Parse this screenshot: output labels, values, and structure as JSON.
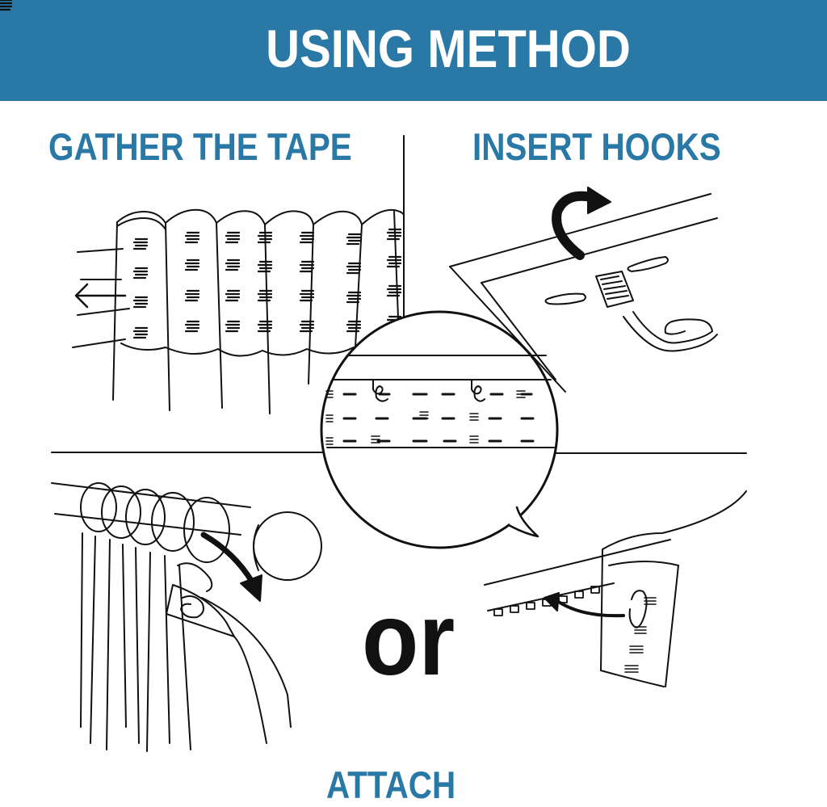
{
  "header": {
    "title": "USING METHOD"
  },
  "steps": {
    "gather": "GATHER THE TAPE",
    "insert": "INSERT HOOKS",
    "attach": "ATTACH"
  },
  "separator": "or",
  "colors": {
    "banner": "#2a78a6",
    "heading": "#2a78a6",
    "ink": "#111111"
  }
}
